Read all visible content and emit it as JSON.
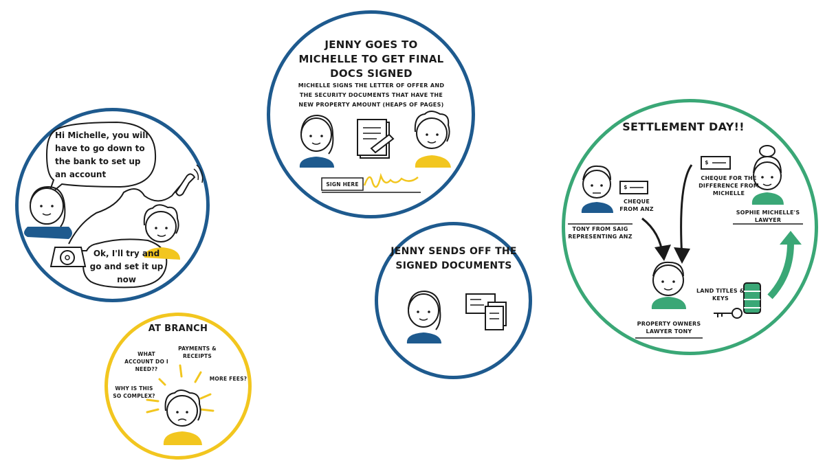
{
  "colors": {
    "blue": "#1e5a8e",
    "yellow": "#f2c61f",
    "green": "#3aa776",
    "ink": "#1a1a1a"
  },
  "phone_scene": {
    "bubble_top": "Hi Michelle, you will have to go down to the bank to set up an account",
    "bubble_bottom": "Ok, I'll try and go and set it up now"
  },
  "branch_scene": {
    "title": "AT BRANCH",
    "thought_1": "WHAT ACCOUNT DO I NEED??",
    "thought_2": "PAYMENTS & RECEIPTS",
    "thought_3": "WHY IS THIS SO COMPLEX?",
    "thought_4": "MORE FEES?"
  },
  "signing_scene": {
    "title": "JENNY GOES TO MICHELLE TO GET FINAL DOCS SIGNED",
    "description": "MICHELLE SIGNS THE LETTER OF OFFER AND THE SECURITY DOCUMENTS THAT HAVE THE NEW PROPERTY AMOUNT (HEAPS OF PAGES)",
    "sign_label": "SIGN HERE"
  },
  "send_scene": {
    "title": "JENNY SENDS OFF THE SIGNED DOCUMENTS"
  },
  "settlement_scene": {
    "title": "SETTLEMENT DAY!!",
    "cheque_anz": "CHEQUE FROM ANZ",
    "cheque_diff": "CHEQUE FOR THE DIFFERENCE FROM MICHELLE",
    "tony_label": "TONY FROM SAIG REPRESENTING ANZ",
    "sophie_label": "SOPHIE MICHELLE'S LAWYER",
    "land_titles": "LAND TITLES & KEYS",
    "owners_lawyer": "PROPERTY OWNERS LAWYER TONY",
    "cheque_symbol": "$"
  }
}
